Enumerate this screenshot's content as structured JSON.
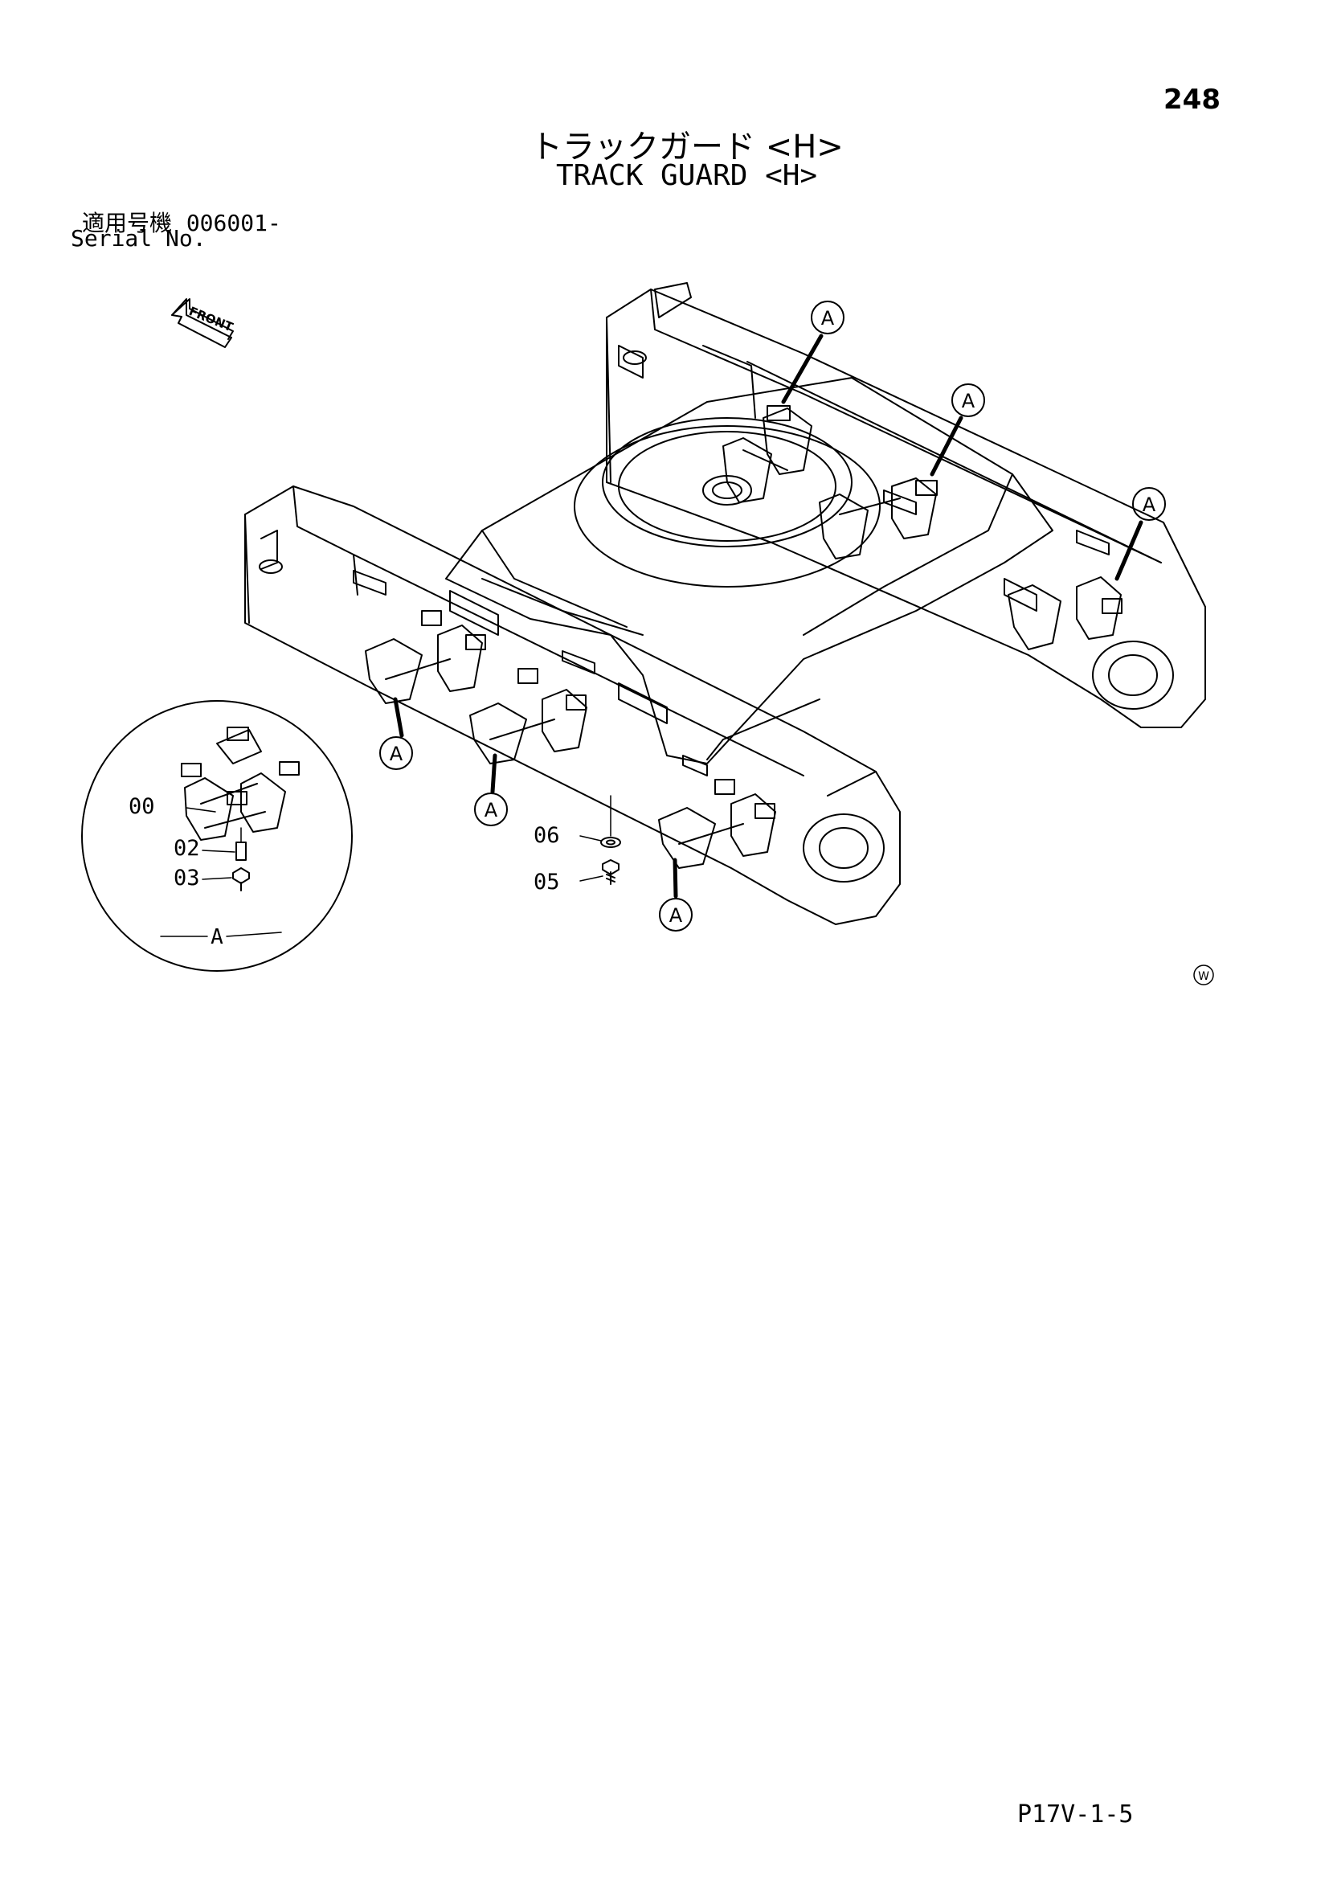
{
  "page": {
    "page_number": "248",
    "title_jp": "トラックガード <H>",
    "title_en": "TRACK GUARD <H>",
    "serial_label_jp": "適用号機",
    "serial_value": "006001-",
    "serial_label_en": "Serial No.",
    "footer_code": "P17V-1-5"
  },
  "diagram": {
    "front_arrow_label": "FRONT",
    "callout_letter": "A",
    "detail_label": "A",
    "part_labels": {
      "p00": "00",
      "p02": "02",
      "p03": "03",
      "p05": "05",
      "p06": "06"
    },
    "corner_mark": "W"
  }
}
